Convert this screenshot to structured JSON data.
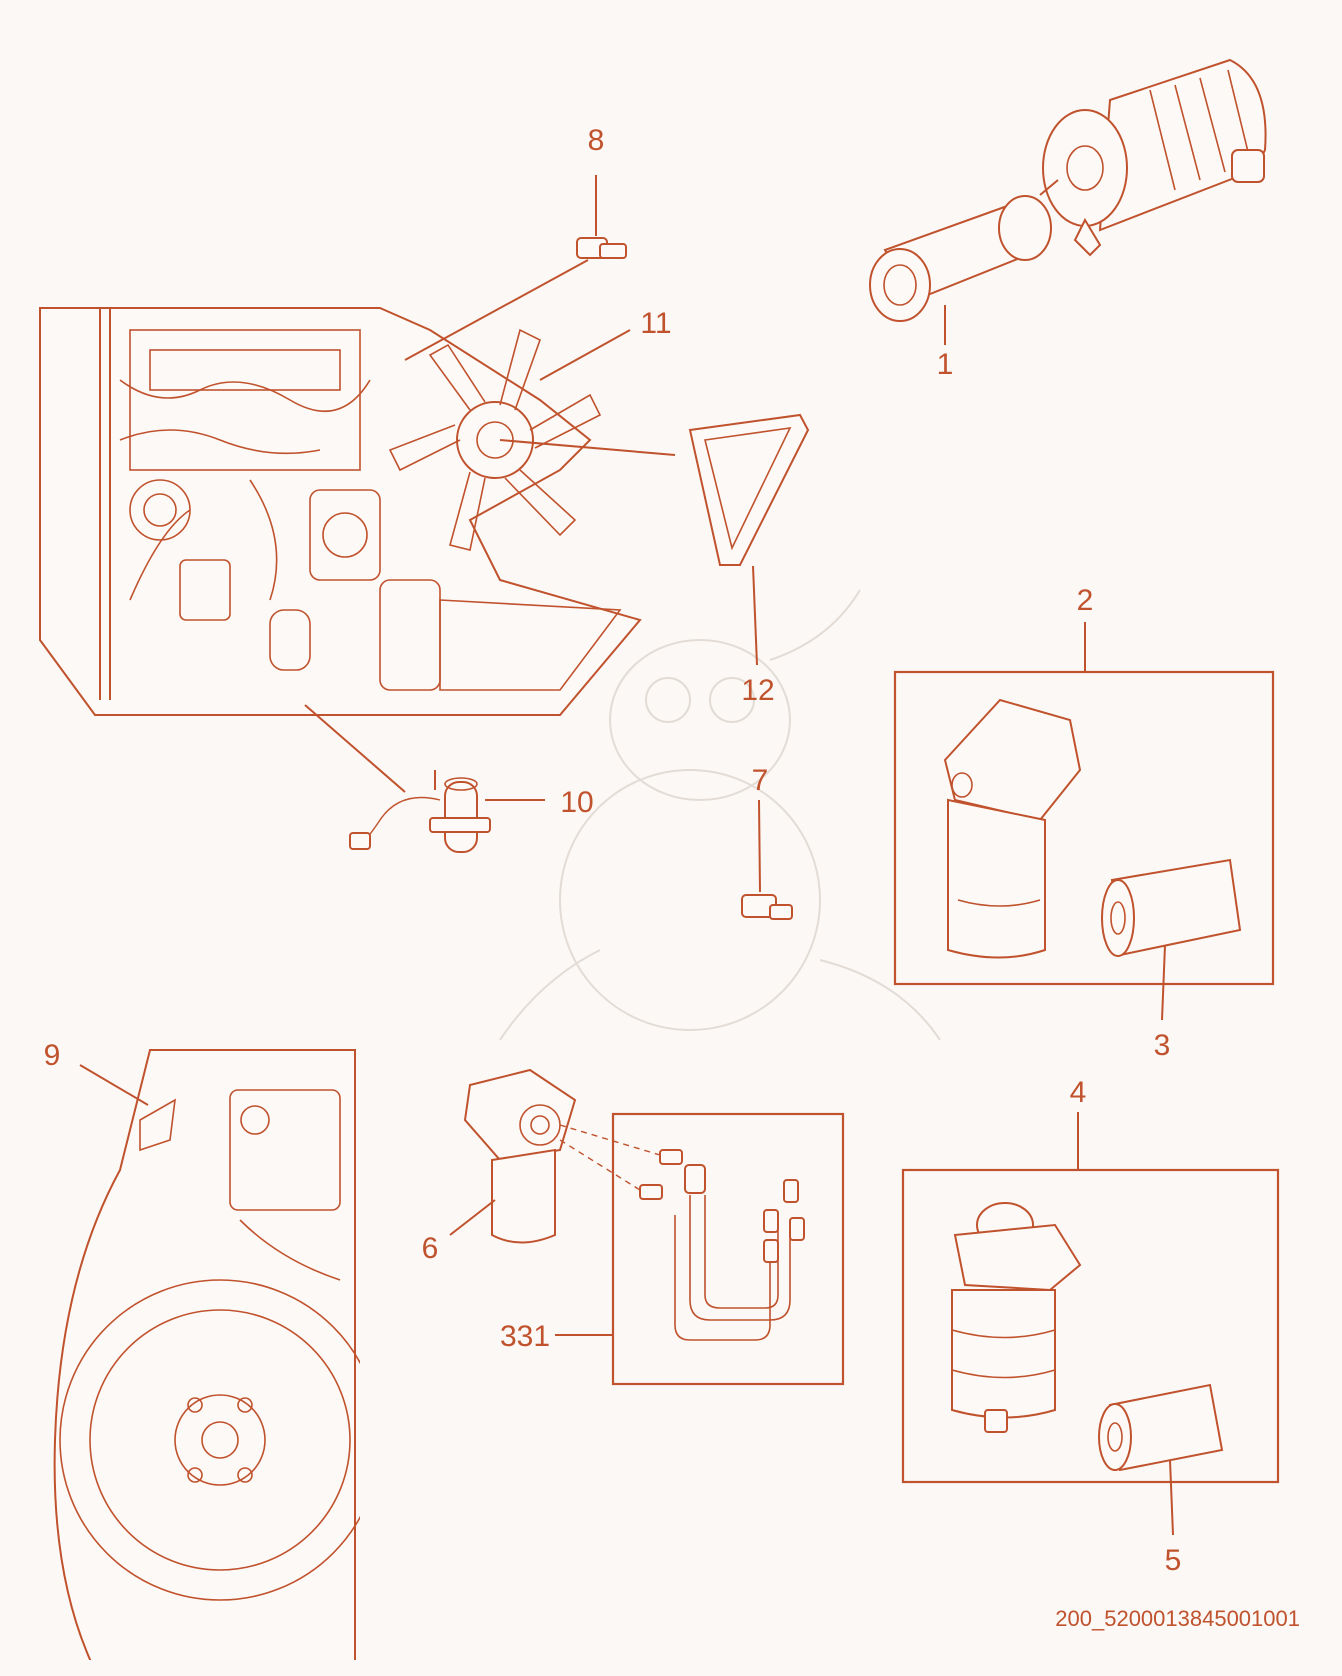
{
  "callouts": {
    "c1": "1",
    "c2": "2",
    "c3": "3",
    "c4": "4",
    "c5": "5",
    "c6": "6",
    "c7": "7",
    "c8": "8",
    "c9": "9",
    "c10": "10",
    "c11": "11",
    "c12": "12",
    "c331": "331"
  },
  "document_code": "200_5200013845001001",
  "colors": {
    "line": "#c0522d",
    "background": "#fbf8f5",
    "watermark": "#e3dcd6"
  },
  "icons": [
    "engine-assembly",
    "air-filter",
    "fuel-filter",
    "fan-belt",
    "flywheel-housing"
  ]
}
